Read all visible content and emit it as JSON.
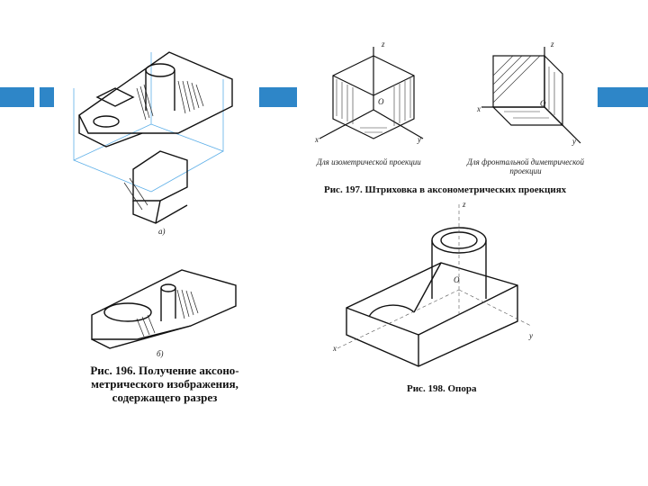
{
  "captions": {
    "fig196": "Рис. 196. Получение аксоно-метрического изображения, содержащего разрез",
    "fig197": "Рис. 197. Штриховка в аксонометрических проекциях",
    "fig198": "Рис. 198. Опора"
  },
  "sublabels": {
    "iso": "Для изометрической проекции",
    "dimetric": "Для фронтальной диметрической проекции",
    "a": "а)",
    "b": "б)"
  },
  "axes": {
    "z": "z",
    "x": "x",
    "y": "y",
    "o": "O"
  },
  "colors": {
    "accent": "#2e86c8",
    "blueline": "#5fb0e8"
  }
}
